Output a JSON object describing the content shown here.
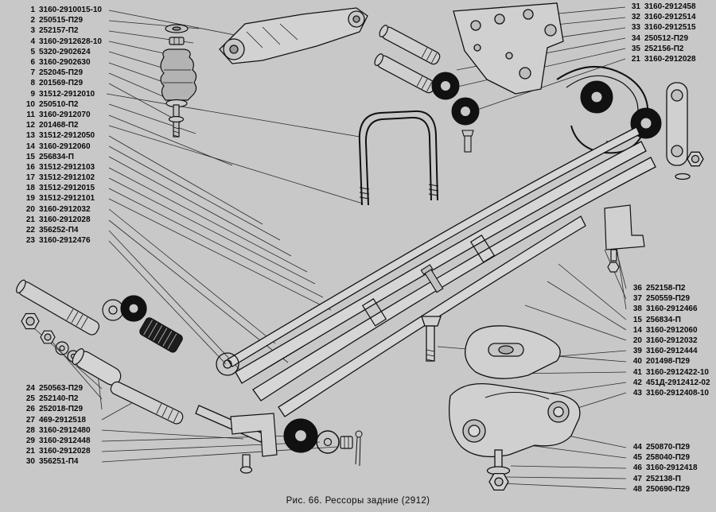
{
  "page": {
    "background": "#c8c8c8",
    "ink": "#111111",
    "caption": "Рис. 66. Рессоры задние (2912)"
  },
  "labels": {
    "left_top": [
      {
        "num": "1",
        "code": "3160-2910015-10"
      },
      {
        "num": "2",
        "code": "250515-П29"
      },
      {
        "num": "3",
        "code": "252157-П2"
      },
      {
        "num": "4",
        "code": "3160-2912628-10"
      },
      {
        "num": "5",
        "code": "5320-2902624"
      },
      {
        "num": "6",
        "code": "3160-2902630"
      },
      {
        "num": "7",
        "code": "252045-П29"
      },
      {
        "num": "8",
        "code": "201569-П29"
      },
      {
        "num": "9",
        "code": "31512-2912010"
      },
      {
        "num": "10",
        "code": "250510-П2"
      },
      {
        "num": "11",
        "code": "3160-2912070"
      },
      {
        "num": "12",
        "code": "201468-П2"
      },
      {
        "num": "13",
        "code": "31512-2912050"
      },
      {
        "num": "14",
        "code": "3160-2912060"
      },
      {
        "num": "15",
        "code": "256834-П"
      },
      {
        "num": "16",
        "code": "31512-2912103"
      },
      {
        "num": "17",
        "code": "31512-2912102"
      },
      {
        "num": "18",
        "code": "31512-2912015"
      },
      {
        "num": "19",
        "code": "31512-2912101"
      },
      {
        "num": "20",
        "code": "3160-2912032"
      },
      {
        "num": "21",
        "code": "3160-2912028"
      },
      {
        "num": "22",
        "code": "356252-П4"
      },
      {
        "num": "23",
        "code": "3160-2912476"
      }
    ],
    "left_bottom": [
      {
        "num": "24",
        "code": "250563-П29"
      },
      {
        "num": "25",
        "code": "252140-П2"
      },
      {
        "num": "26",
        "code": "252018-П29"
      },
      {
        "num": "27",
        "code": "469-2912518"
      },
      {
        "num": "28",
        "code": "3160-2912480"
      },
      {
        "num": "29",
        "code": "3160-2912448"
      },
      {
        "num": "21",
        "code": "3160-2912028"
      },
      {
        "num": "30",
        "code": "356251-П4"
      }
    ],
    "right_top": [
      {
        "num": "31",
        "code": "3160-2912458"
      },
      {
        "num": "32",
        "code": "3160-2912514"
      },
      {
        "num": "33",
        "code": "3160-2912515"
      },
      {
        "num": "34",
        "code": "250512-П29"
      },
      {
        "num": "35",
        "code": "252156-П2"
      },
      {
        "num": "21",
        "code": "3160-2912028"
      }
    ],
    "right_middle": [
      {
        "num": "36",
        "code": "252158-П2"
      },
      {
        "num": "37",
        "code": "250559-П29"
      },
      {
        "num": "38",
        "code": "3160-2912466"
      },
      {
        "num": "15",
        "code": "256834-П"
      },
      {
        "num": "14",
        "code": "3160-2912060"
      },
      {
        "num": "20",
        "code": "3160-2912032"
      },
      {
        "num": "39",
        "code": "3160-2912444"
      },
      {
        "num": "40",
        "code": "201498-П29"
      },
      {
        "num": "41",
        "code": "3160-2912422-10"
      },
      {
        "num": "42",
        "code": "451Д-2912412-02"
      },
      {
        "num": "43",
        "code": "3160-2912408-10"
      }
    ],
    "right_bottom": [
      {
        "num": "44",
        "code": "250870-П29"
      },
      {
        "num": "45",
        "code": "258040-П29"
      },
      {
        "num": "46",
        "code": "3160-2912418"
      },
      {
        "num": "47",
        "code": "252138-П"
      },
      {
        "num": "48",
        "code": "250690-П29"
      }
    ]
  }
}
